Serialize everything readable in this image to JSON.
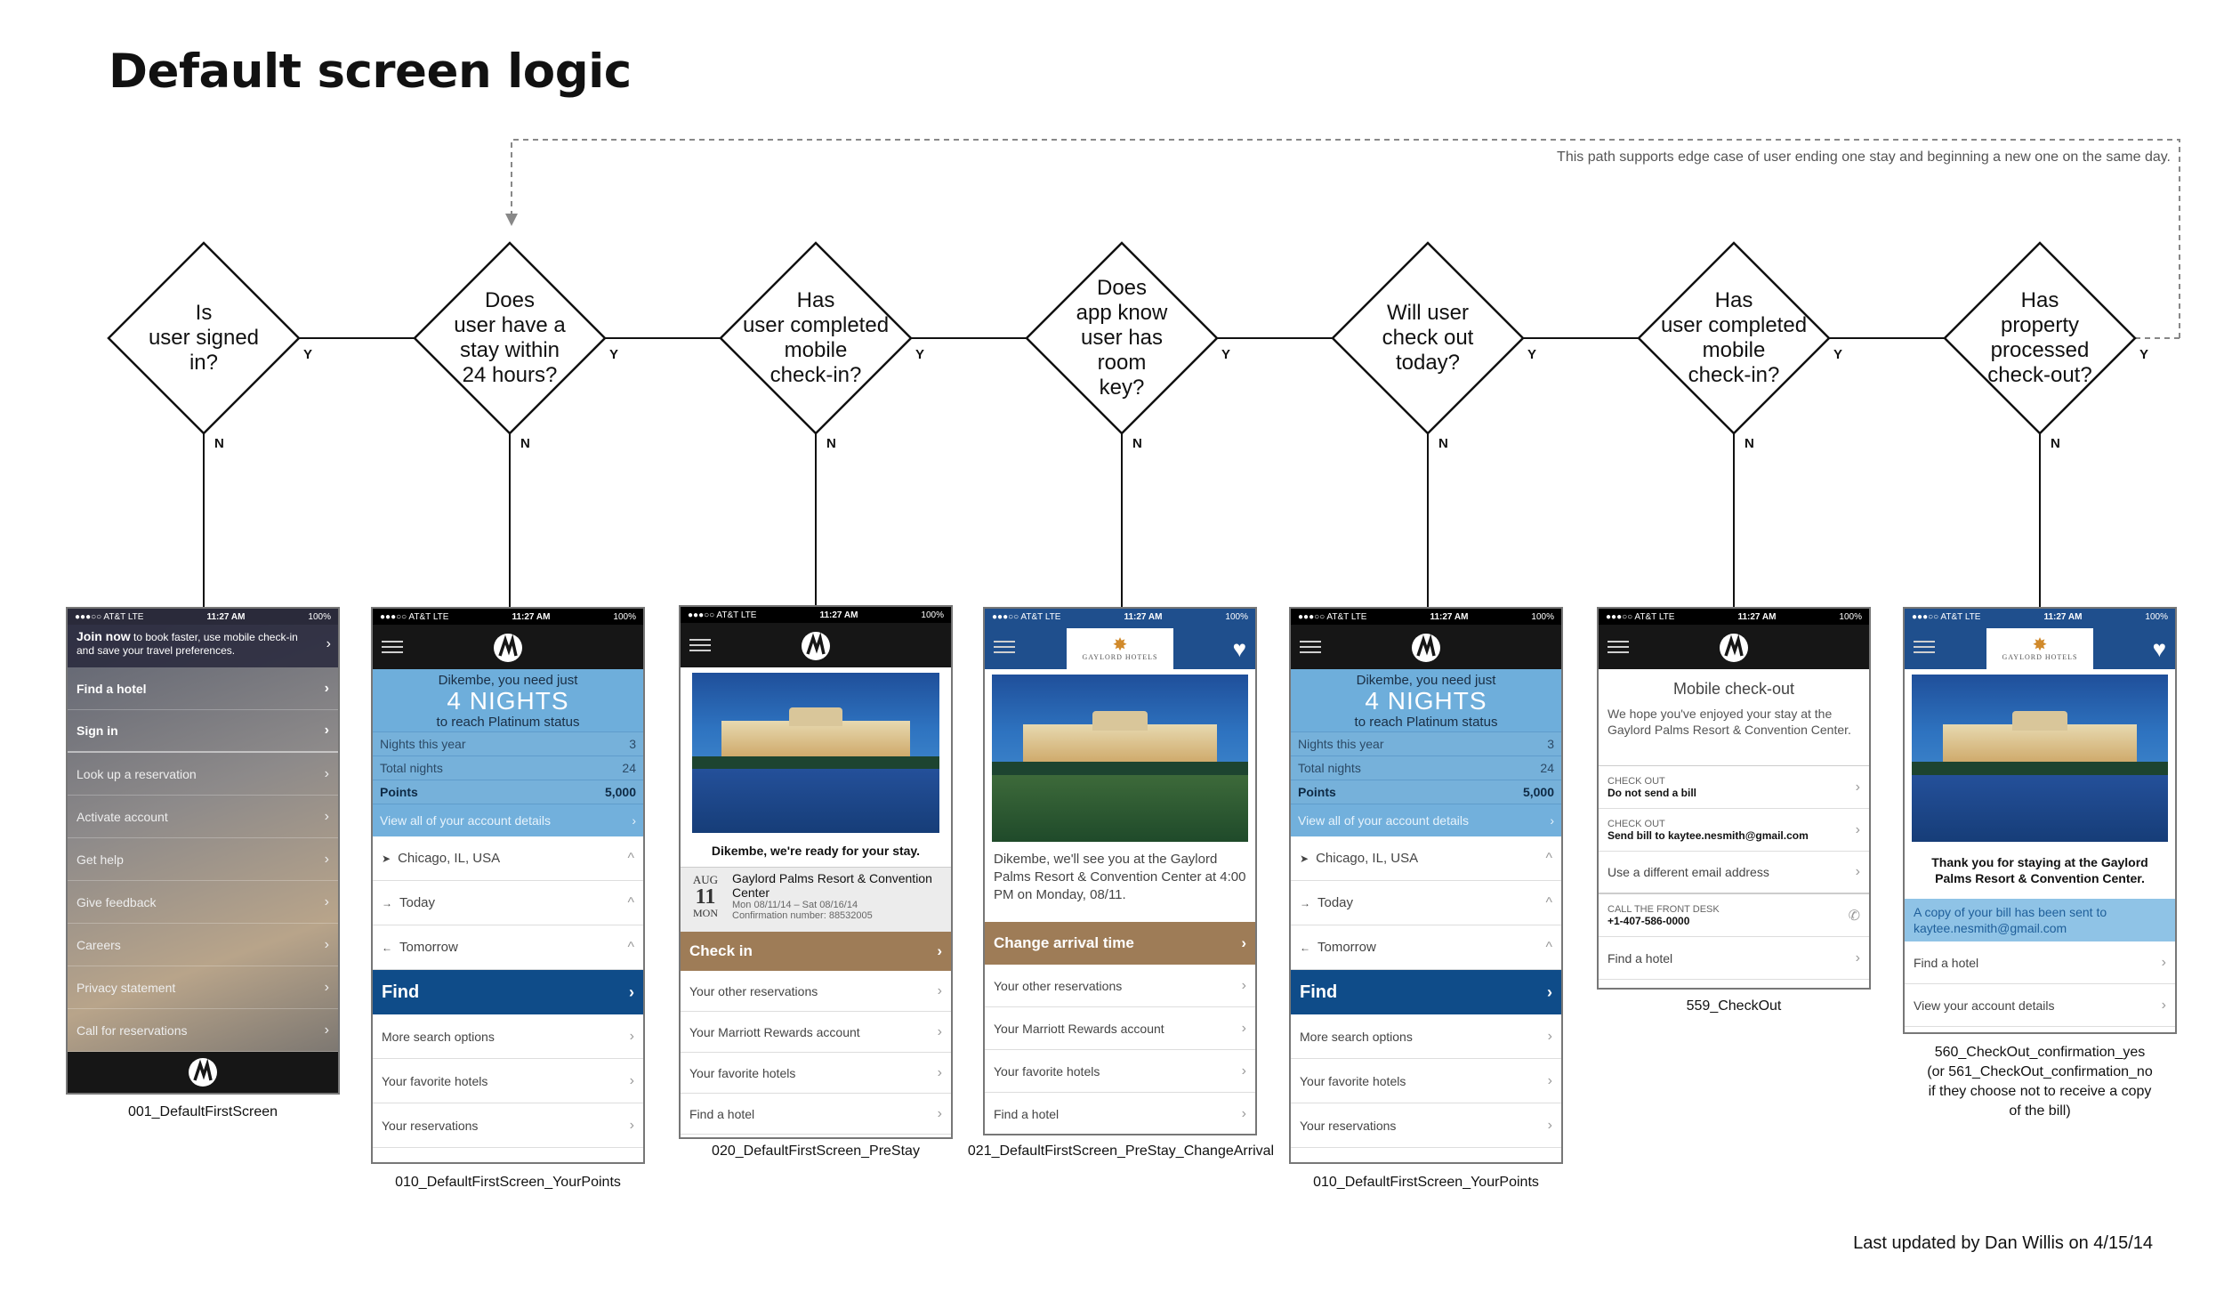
{
  "title": "Default screen logic",
  "edge_case_note": "This path supports edge case of user ending one stay and beginning a new one on the same day.",
  "footer": "Last updated by Dan Willis on 4/15/14",
  "yes_label": "Y",
  "no_label": "N",
  "decisions": [
    {
      "question": [
        "Is",
        "user signed",
        "in?"
      ]
    },
    {
      "question": [
        "Does",
        "user have a",
        "stay within",
        "24 hours?"
      ]
    },
    {
      "question": [
        "Has",
        "user completed",
        "mobile",
        "check-in?"
      ]
    },
    {
      "question": [
        "Does",
        "app know",
        "user has",
        "room",
        "key?"
      ]
    },
    {
      "question": [
        "Will user",
        "check out",
        "today?"
      ]
    },
    {
      "question": [
        "Has",
        "user completed",
        "mobile",
        "check-in?"
      ]
    },
    {
      "question": [
        "Has",
        "property",
        "processed",
        "check-out?"
      ]
    }
  ],
  "status_bar": {
    "carrier": "●●●○○ AT&T LTE",
    "time": "11:27 AM",
    "battery": "100%"
  },
  "chevron": "›",
  "screens": {
    "s001": {
      "caption": "001_DefaultFirstScreen",
      "join_bold": "Join now",
      "join_text": "to book faster, use mobile check-in and save your travel preferences.",
      "items": [
        "Find a hotel",
        "Sign in",
        "Look up a reservation",
        "Activate account",
        "Get help",
        "Give feedback",
        "Careers",
        "Privacy statement",
        "Call for reservations"
      ]
    },
    "s010": {
      "caption": "010_DefaultFirstScreen_YourPoints",
      "need_line": "Dikembe, you need just",
      "nights": "4 NIGHTS",
      "reach_line": "to reach Platinum status",
      "rows": [
        {
          "label": "Nights this year",
          "value": "3"
        },
        {
          "label": "Total nights",
          "value": "24"
        },
        {
          "label": "Points",
          "value": "5,000"
        }
      ],
      "account_link": "View all of your account details",
      "location": "Chicago, IL, USA",
      "checkin": "Today",
      "checkout": "Tomorrow",
      "find": "Find",
      "links": [
        "More search options",
        "Your favorite hotels",
        "Your reservations"
      ]
    },
    "s020": {
      "caption": "020_DefaultFirstScreen_PreStay",
      "greeting": "Dikembe, we're ready for your stay.",
      "month": "AUG",
      "day": "11",
      "weekday": "MON",
      "hotel": "Gaylord Palms Resort & Convention Center",
      "dates": "Mon 08/11/14 – Sat 08/16/14",
      "confirmation": "Confirmation number: 88532005",
      "action": "Check in",
      "links": [
        "Your other reservations",
        "Your Marriott Rewards account",
        "Your favorite hotels",
        "Find a hotel"
      ]
    },
    "s021": {
      "caption": "021_DefaultFirstScreen_PreStay_ChangeArrival",
      "brand": "GAYLORD HOTELS",
      "message": "Dikembe, we'll see you at the Gaylord Palms Resort & Convention Center at 4:00 PM on Monday, 08/11.",
      "action": "Change arrival time",
      "links": [
        "Your other reservations",
        "Your Marriott Rewards account",
        "Your favorite hotels",
        "Find a hotel"
      ]
    },
    "s010b": {
      "caption": "010_DefaultFirstScreen_YourPoints"
    },
    "s559": {
      "caption": "559_CheckOut",
      "heading": "Mobile check-out",
      "message": "We hope you've enjoyed your stay at the Gaylord Palms Resort & Convention Center.",
      "opt1_label": "CHECK OUT",
      "opt1_value": "Do not send a bill",
      "opt2_label": "CHECK OUT",
      "opt2_value": "Send bill to kaytee.nesmith@gmail.com",
      "other_email": "Use a different email address",
      "call_label": "CALL THE FRONT DESK",
      "call_value": "+1-407-586-0000",
      "find": "Find a hotel"
    },
    "s560": {
      "caption_lines": [
        "560_CheckOut_confirmation_yes",
        "(or 561_CheckOut_confirmation_no",
        "if they choose not to receive a copy",
        "of the bill)"
      ],
      "brand": "GAYLORD HOTELS",
      "thanks": "Thank you for staying at the Gaylord Palms Resort & Convention Center.",
      "notice": "A copy of your bill has been sent to kaytee.nesmith@gmail.com",
      "links": [
        "Find a hotel",
        "View your account details"
      ]
    }
  }
}
